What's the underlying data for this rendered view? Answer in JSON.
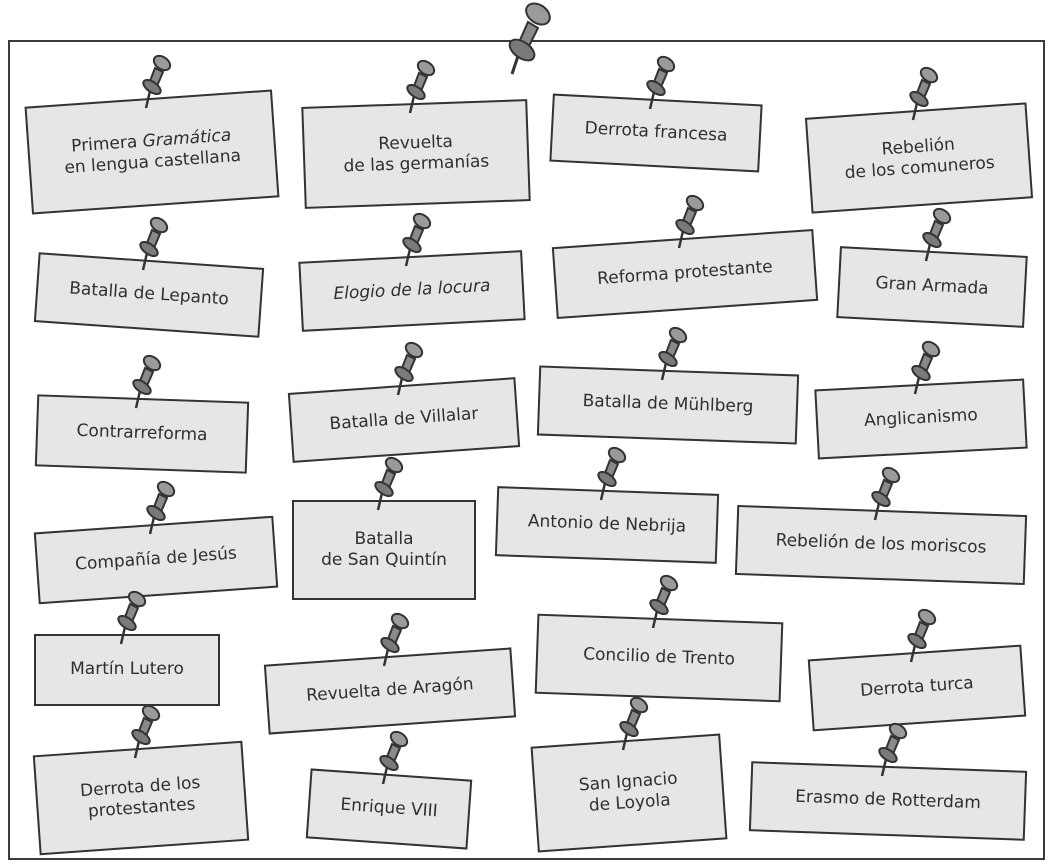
{
  "cards": [
    {
      "id": "primera-gramatica",
      "line1": "Primera ",
      "italic": "Gramática",
      "line2": "en lengua castellana"
    },
    {
      "id": "revuelta-germanias",
      "text": "Revuelta\nde las germanías"
    },
    {
      "id": "derrota-francesa",
      "text": "Derrota francesa"
    },
    {
      "id": "rebelion-comuneros",
      "text": "Rebelión\nde los comuneros"
    },
    {
      "id": "batalla-lepanto",
      "text": "Batalla de Lepanto"
    },
    {
      "id": "elogio-locura",
      "text": "Elogio de la locura",
      "style": "italic"
    },
    {
      "id": "reforma-protestante",
      "text": "Reforma protestante"
    },
    {
      "id": "gran-armada",
      "text": "Gran Armada"
    },
    {
      "id": "contrarreforma",
      "text": "Contrarreforma"
    },
    {
      "id": "batalla-villalar",
      "text": "Batalla de Villalar"
    },
    {
      "id": "batalla-muhlberg",
      "text": "Batalla de Mühlberg"
    },
    {
      "id": "anglicanismo",
      "text": "Anglicanismo"
    },
    {
      "id": "compania-jesus",
      "text": "Compañía de Jesús"
    },
    {
      "id": "batalla-san-quintin",
      "text": "Batalla\nde San Quintín"
    },
    {
      "id": "antonio-nebrija",
      "text": "Antonio de Nebrija"
    },
    {
      "id": "rebelion-moriscos",
      "text": "Rebelión de los moriscos"
    },
    {
      "id": "martin-lutero",
      "text": "Martín Lutero"
    },
    {
      "id": "revuelta-aragon",
      "text": "Revuelta de Aragón"
    },
    {
      "id": "concilio-trento",
      "text": "Concilio de Trento"
    },
    {
      "id": "derrota-turca",
      "text": "Derrota turca"
    },
    {
      "id": "derrota-protestantes",
      "text": "Derrota de los\nprotestantes"
    },
    {
      "id": "enrique-viii",
      "text": "Enrique VIII"
    },
    {
      "id": "san-ignacio",
      "text": "San Ignacio\nde Loyola"
    },
    {
      "id": "erasmo-rotterdam",
      "text": "Erasmo de Rotterdam"
    }
  ],
  "colors": {
    "card": "#e6e6e6",
    "border": "#333333",
    "pin": "#8a8a8a",
    "pin_dark": "#3a3a3a"
  }
}
